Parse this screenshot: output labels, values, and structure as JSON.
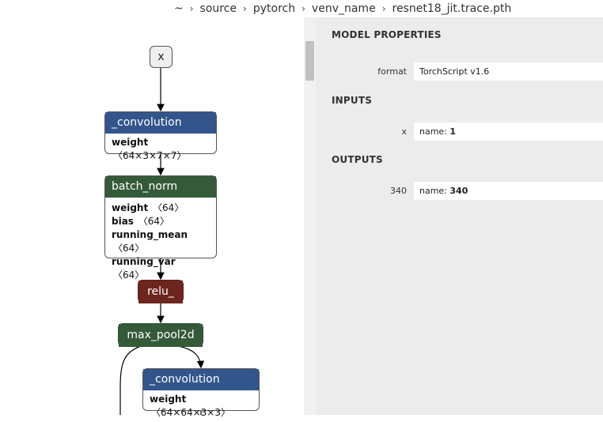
{
  "breadcrumb": {
    "items": [
      "~",
      "source",
      "pytorch",
      "venv_name",
      "resnet18_jit.trace.pth"
    ],
    "separator": "›"
  },
  "graph": {
    "input_node": {
      "label": "x"
    },
    "nodes": [
      {
        "id": "conv1",
        "type": "_convolution",
        "category": "conv",
        "attributes": [
          {
            "name": "weight",
            "type": "〈64×3×7×7〉"
          }
        ]
      },
      {
        "id": "bn1",
        "type": "batch_norm",
        "category": "norm",
        "attributes": [
          {
            "name": "weight",
            "type": "〈64〉"
          },
          {
            "name": "bias",
            "type": "〈64〉"
          },
          {
            "name": "running_mean",
            "type": "〈64〉"
          },
          {
            "name": "running_var",
            "type": "〈64〉"
          }
        ]
      },
      {
        "id": "relu1",
        "type": "relu_",
        "category": "act",
        "attributes": []
      },
      {
        "id": "pool1",
        "type": "max_pool2d",
        "category": "norm",
        "attributes": []
      },
      {
        "id": "conv2",
        "type": "_convolution",
        "category": "conv",
        "attributes": [
          {
            "name": "weight",
            "type": "〈64×64×3×3〉"
          }
        ]
      }
    ]
  },
  "panel": {
    "model_properties": {
      "title": "MODEL PROPERTIES",
      "format_label": "format",
      "format_value": "TorchScript v1.6"
    },
    "inputs": {
      "title": "INPUTS",
      "items": [
        {
          "label": "x",
          "name_key": "name:",
          "name_value": "1"
        }
      ]
    },
    "outputs": {
      "title": "OUTPUTS",
      "items": [
        {
          "label": "340",
          "name_key": "name:",
          "name_value": "340"
        }
      ]
    }
  },
  "colors": {
    "conv_header": "#33558c",
    "norm_header": "#355a39",
    "activation_header": "#6d261f",
    "panel_background": "#ececec"
  }
}
